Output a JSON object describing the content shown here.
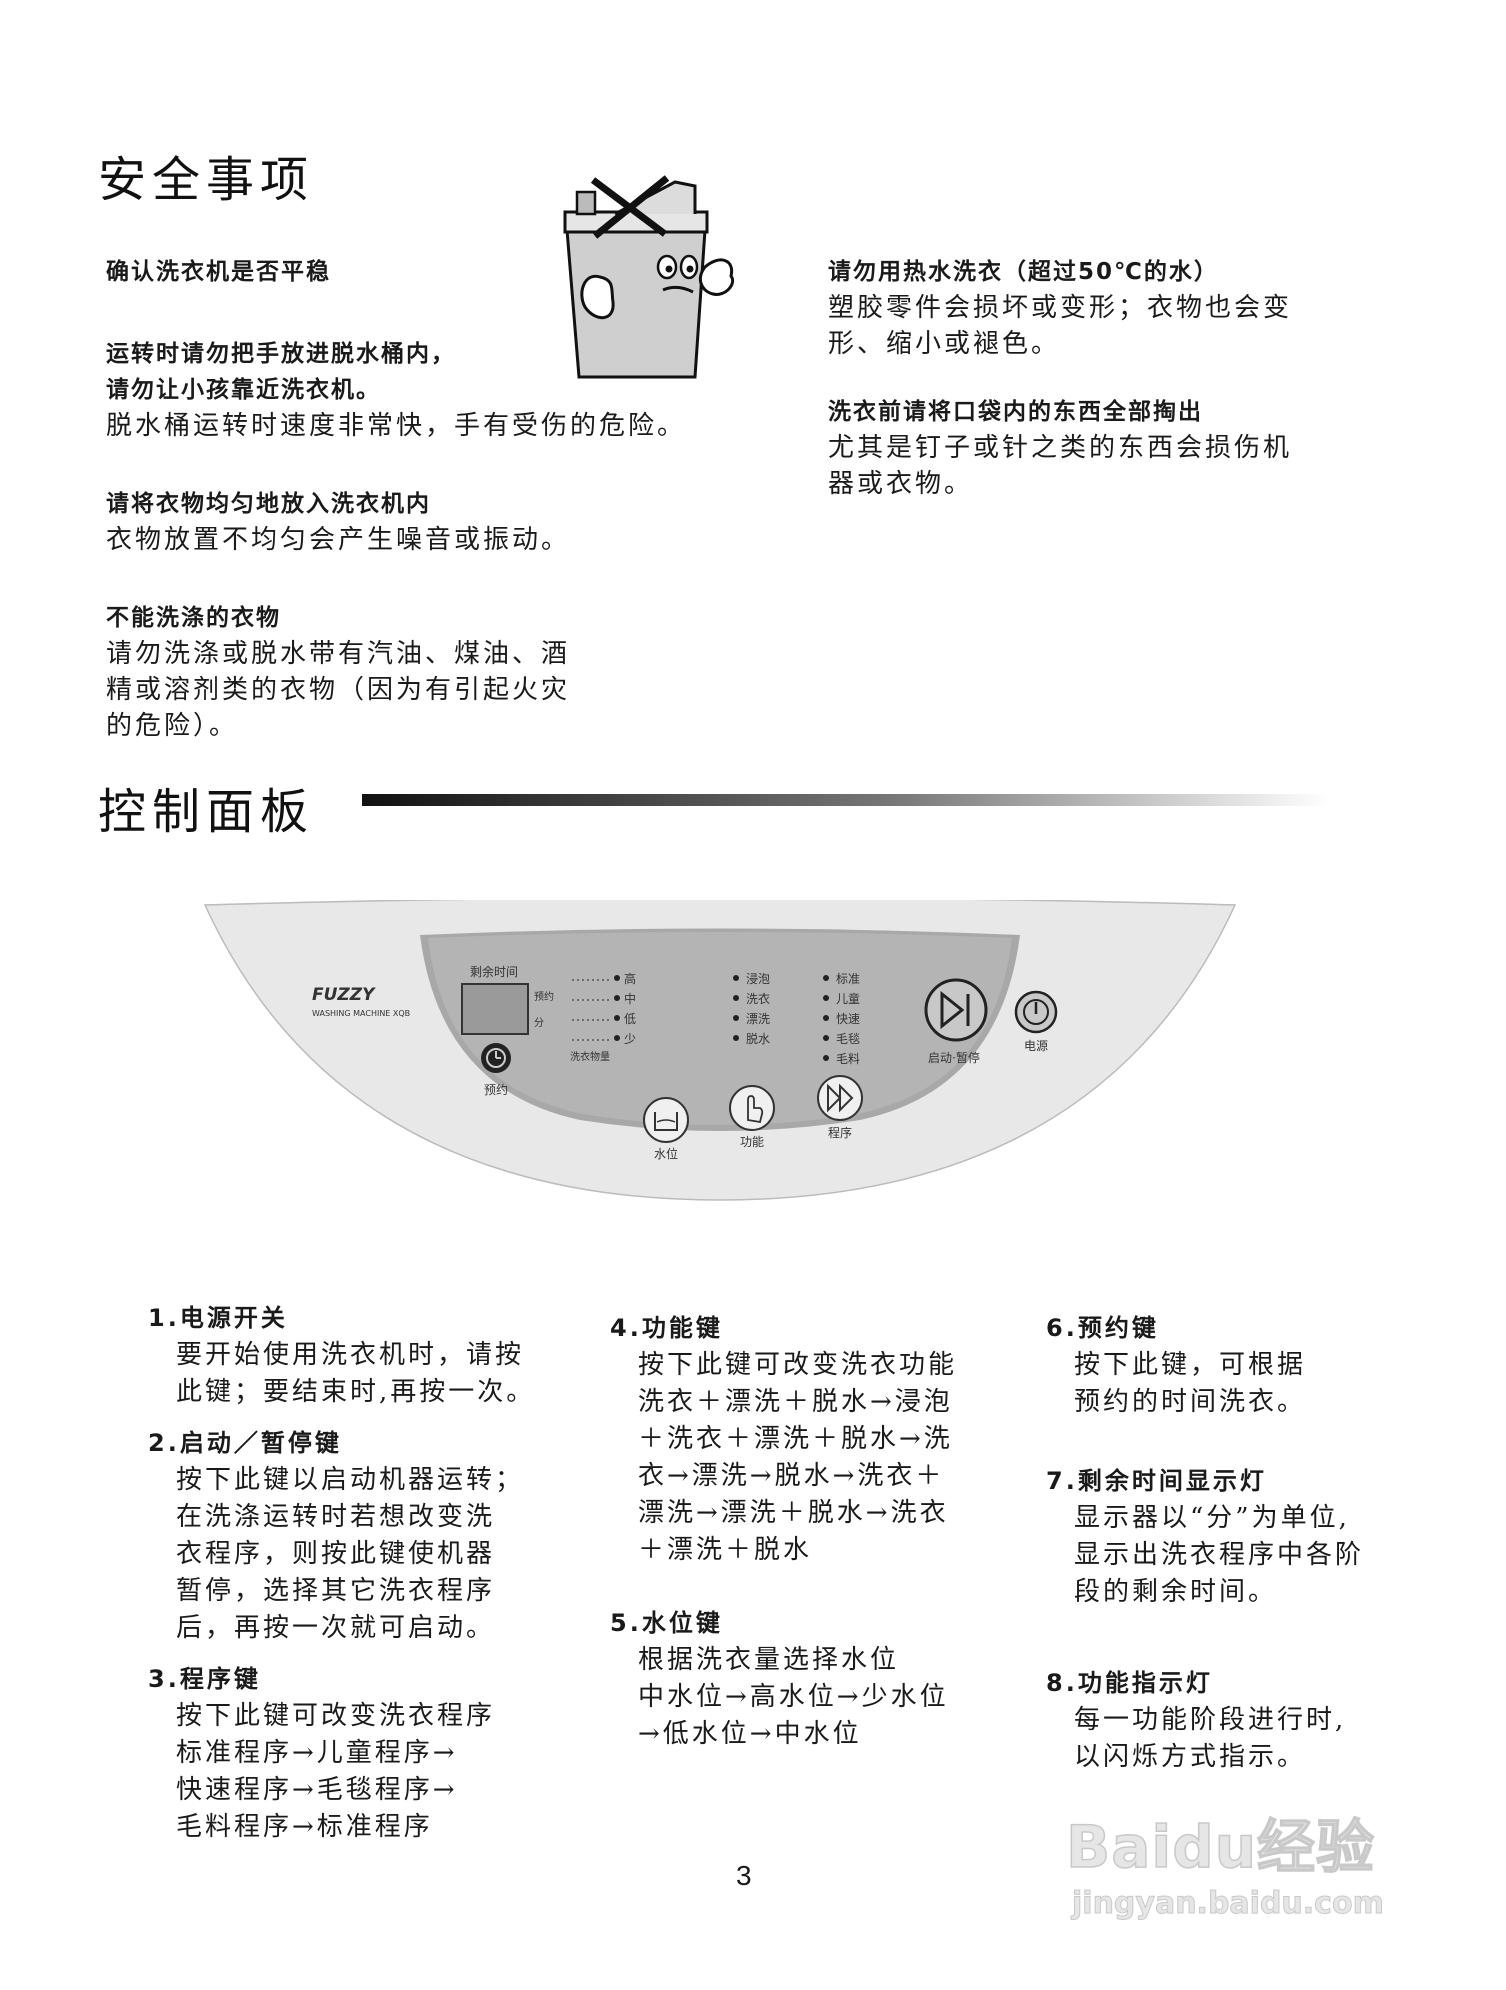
{
  "safety": {
    "title": "安全事项",
    "left": [
      {
        "head": [
          "确认洗衣机是否平稳"
        ],
        "body": []
      },
      {
        "head": [
          "运转时请勿把手放进脱水桶内，",
          "请勿让小孩靠近洗衣机。"
        ],
        "body": [
          "脱水桶运转时速度非常快，手有受伤的危险。"
        ]
      },
      {
        "head": [
          "请将衣物均匀地放入洗衣机内"
        ],
        "body": [
          "衣物放置不均匀会产生噪音或振动。"
        ]
      },
      {
        "head": [
          "不能洗涤的衣物"
        ],
        "body": [
          "请勿洗涤或脱水带有汽油、煤油、酒",
          "精或溶剂类的衣物（因为有引起火灾",
          "的危险）。"
        ]
      }
    ],
    "right": [
      {
        "head": [
          "请勿用热水洗衣（超过50℃的水）"
        ],
        "body": [
          "塑胶零件会损坏或变形；衣物也会变",
          "形、缩小或褪色。"
        ]
      },
      {
        "head": [
          "洗衣前请将口袋内的东西全部掏出"
        ],
        "body": [
          "尤其是钉子或针之类的东西会损伤机",
          "器或衣物。"
        ]
      }
    ]
  },
  "control": {
    "title": "控制面板",
    "panel": {
      "brand": "FUZZY",
      "brand_sub": "WASHING MACHINE XQB",
      "remaining_time_label": "剩余时间",
      "display_unit_top": "预约",
      "display_unit_bottom": "分",
      "water_levels": [
        "高",
        "中",
        "低",
        "少"
      ],
      "laundry_amount_label": "洗衣物量",
      "functions": [
        "浸泡",
        "洗衣",
        "漂洗",
        "脱水"
      ],
      "programs": [
        "标准",
        "儿童",
        "快速",
        "毛毯",
        "毛料"
      ],
      "start_pause_label": "启动·暂停",
      "power_label": "电源",
      "reserve_label": "预约",
      "water_level_btn_label": "水位",
      "function_btn_label": "功能",
      "program_btn_label": "程序"
    }
  },
  "items": {
    "col1": [
      {
        "head": "1.电源开关",
        "lines": [
          "要开始使用洗衣机时，请按",
          "此键；要结束时,再按一次。"
        ]
      },
      {
        "head": "2.启动／暂停键",
        "lines": [
          "按下此键以启动机器运转；",
          "在洗涤运转时若想改变洗",
          "衣程序，则按此键使机器",
          "暂停，选择其它洗衣程序",
          "后，再按一次就可启动。"
        ]
      },
      {
        "head": "3.程序键",
        "lines": [
          "按下此键可改变洗衣程序",
          "标准程序→儿童程序→",
          "快速程序→毛毯程序→",
          "毛料程序→标准程序"
        ]
      }
    ],
    "col2": [
      {
        "head": "4.功能键",
        "lines": [
          "按下此键可改变洗衣功能",
          "洗衣＋漂洗＋脱水→浸泡",
          "＋洗衣＋漂洗＋脱水→洗",
          "衣→漂洗→脱水→洗衣＋",
          "漂洗→漂洗＋脱水→洗衣",
          "＋漂洗＋脱水"
        ]
      },
      {
        "head": "5.水位键",
        "lines": [
          "根据洗衣量选择水位",
          "中水位→高水位→少水位",
          "→低水位→中水位"
        ]
      }
    ],
    "col3": [
      {
        "head": "6.预约键",
        "lines": [
          "按下此键，可根据",
          "预约的时间洗衣。"
        ]
      },
      {
        "head": "7.剩余时间显示灯",
        "lines": [
          "显示器以“分”为单位,",
          "显示出洗衣程序中各阶",
          "段的剩余时间。"
        ]
      },
      {
        "head": "8.功能指示灯",
        "lines": [
          "每一功能阶段进行时,",
          "以闪烁方式指示。"
        ]
      }
    ]
  },
  "page_number": "3",
  "watermark": {
    "main": "Baidu经验",
    "sub": "jingyan.baidu.com"
  }
}
